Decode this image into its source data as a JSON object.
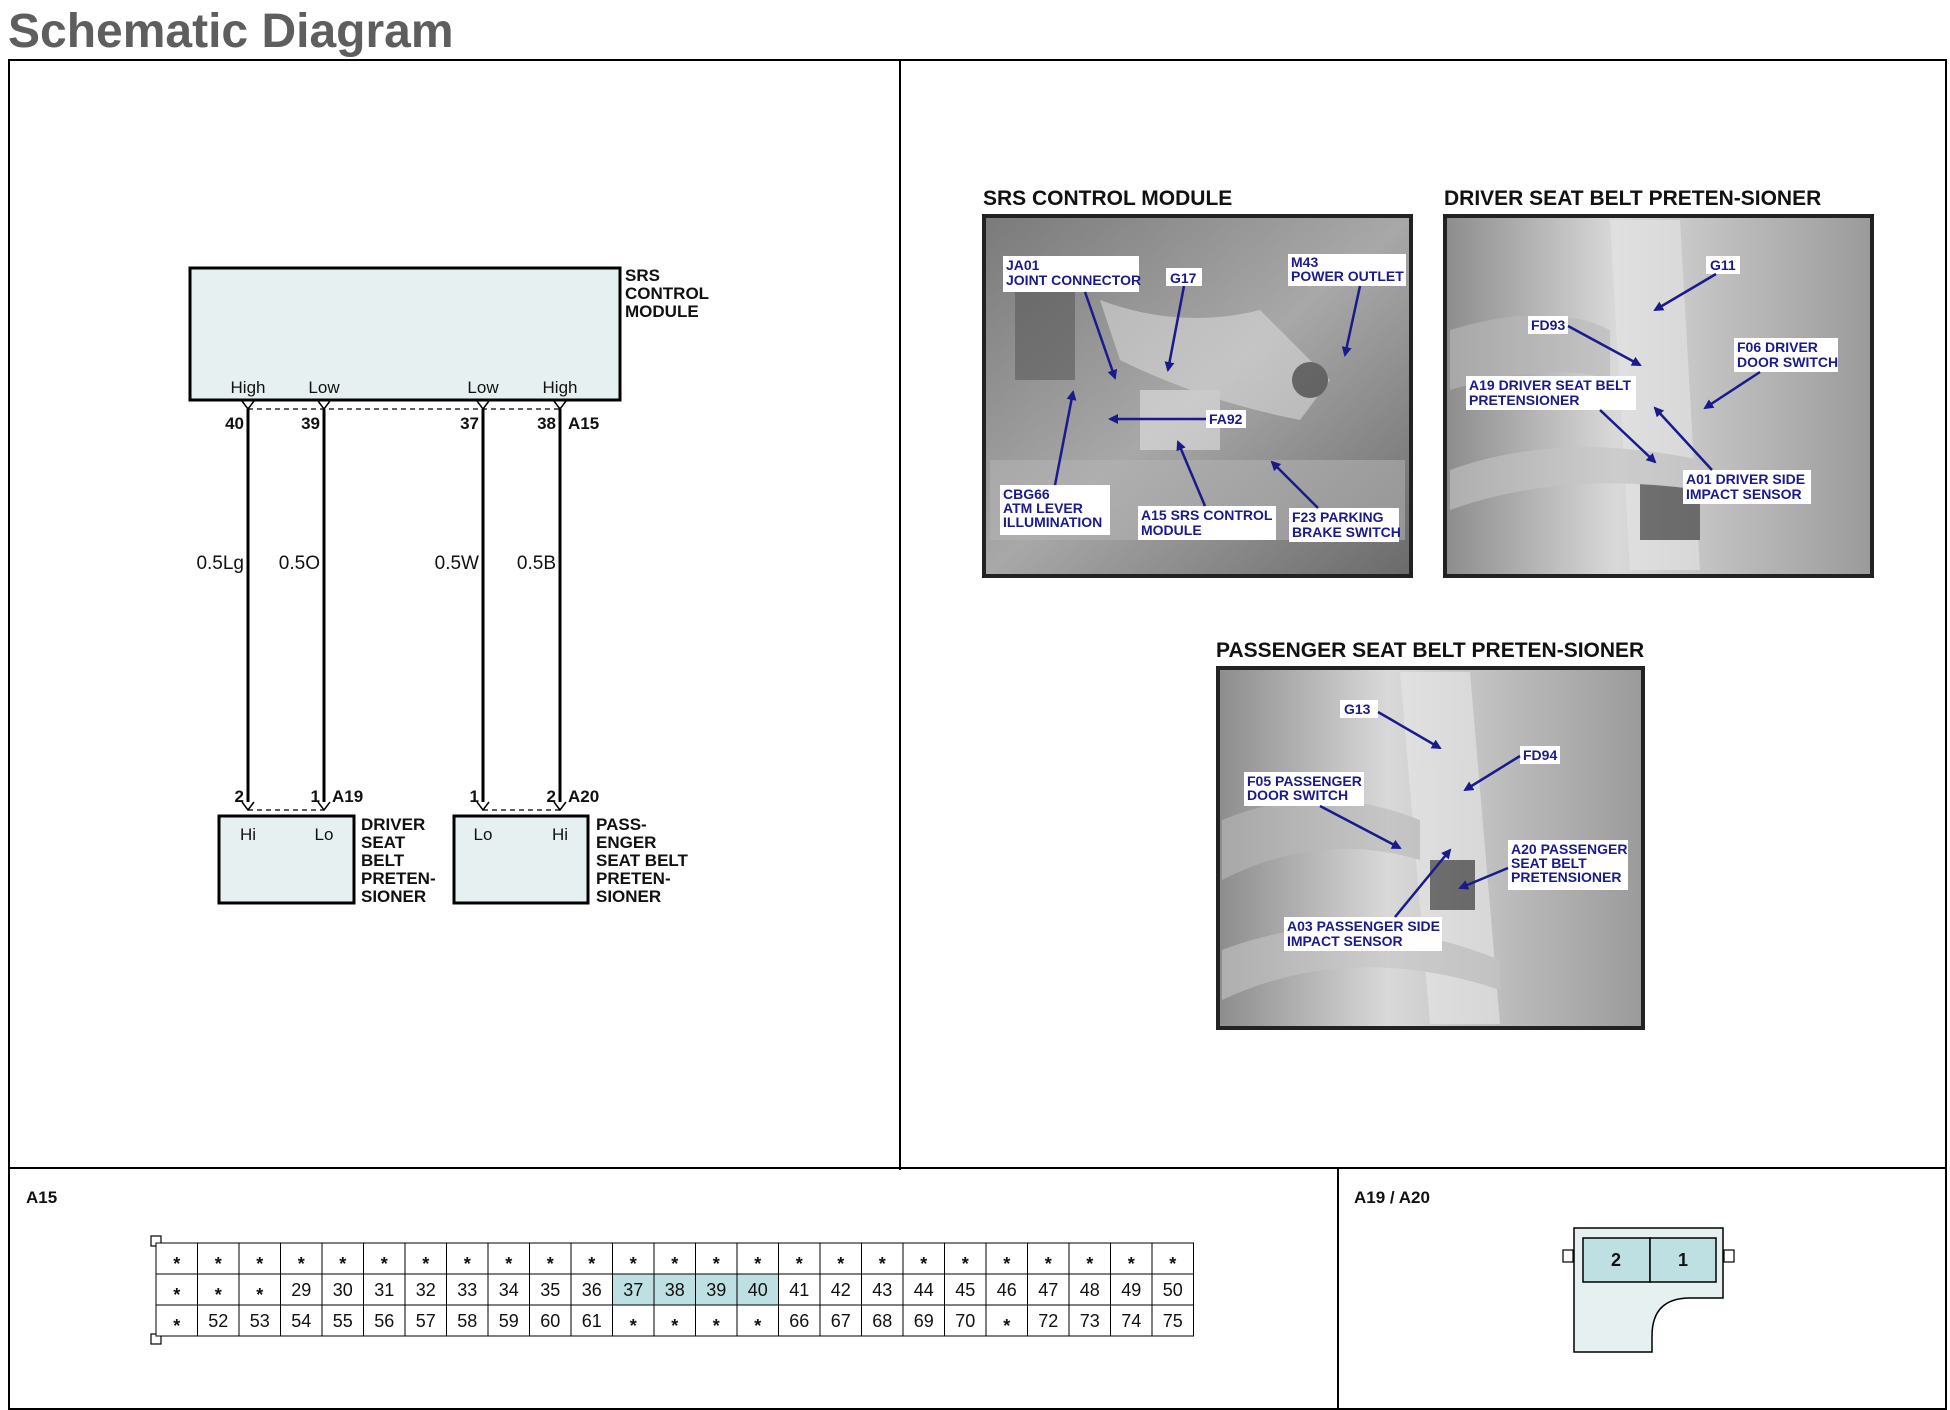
{
  "page": {
    "title": "Schematic Diagram"
  },
  "schematic": {
    "module": {
      "label_lines": [
        "SRS",
        "CONTROL",
        "MODULE"
      ],
      "pin_labels": [
        "High",
        "Low",
        "Low",
        "High"
      ],
      "pins": [
        "40",
        "39",
        "37",
        "38"
      ],
      "connector": "A15"
    },
    "wires": [
      "0.5Lg",
      "0.5O",
      "0.5W",
      "0.5B"
    ],
    "driver": {
      "connector": "A19",
      "pins": [
        "2",
        "1"
      ],
      "pin_labels": [
        "Hi",
        "Lo"
      ],
      "label_lines": [
        "DRIVER",
        "SEAT",
        "BELT",
        "PRETEN-",
        "SIONER"
      ]
    },
    "passenger": {
      "connector": "A20",
      "pins": [
        "1",
        "2"
      ],
      "pin_labels": [
        "Lo",
        "Hi"
      ],
      "label_lines": [
        "PASS-",
        "ENGER",
        "SEAT BELT",
        "PRETEN-",
        "SIONER"
      ]
    }
  },
  "photos": {
    "srs": {
      "title": "SRS CONTROL MODULE",
      "callouts": {
        "ja01": [
          "JA01",
          "JOINT CONNECTOR"
        ],
        "g17": [
          "G17"
        ],
        "m43": [
          "M43",
          "POWER OUTLET"
        ],
        "fa92": [
          "FA92"
        ],
        "cbg66": [
          "CBG66",
          "ATM LEVER",
          "ILLUMINATION"
        ],
        "a15": [
          "A15 SRS CONTROL",
          "MODULE"
        ],
        "f23": [
          "F23 PARKING",
          "BRAKE SWITCH"
        ]
      }
    },
    "driver": {
      "title": "DRIVER SEAT BELT PRETEN-SIONER",
      "callouts": {
        "g11": [
          "G11"
        ],
        "fd93": [
          "FD93"
        ],
        "f06": [
          "F06 DRIVER",
          "DOOR SWITCH"
        ],
        "a19": [
          "A19 DRIVER SEAT BELT",
          "PRETENSIONER"
        ],
        "a01": [
          "A01 DRIVER SIDE",
          "IMPACT SENSOR"
        ]
      }
    },
    "passenger": {
      "title": "PASSENGER  SEAT BELT PRETEN-SIONER",
      "callouts": {
        "g13": [
          "G13"
        ],
        "fd94": [
          "FD94"
        ],
        "f05": [
          "F05 PASSENGER",
          "DOOR SWITCH"
        ],
        "a20": [
          "A20 PASSENGER",
          "SEAT BELT",
          "PRETENSIONER"
        ],
        "a03": [
          "A03 PASSENGER SIDE",
          "IMPACT SENSOR"
        ]
      }
    }
  },
  "connectors": {
    "a15": {
      "label": "A15",
      "rows": [
        [
          "*",
          "*",
          "*",
          "*",
          "*",
          "*",
          "*",
          "*",
          "*",
          "*",
          "*",
          "*",
          "*",
          "*",
          "*",
          "*",
          "*",
          "*",
          "*",
          "*",
          "*",
          "*",
          "*",
          "*",
          "*"
        ],
        [
          "*",
          "*",
          "*",
          "29",
          "30",
          "31",
          "32",
          "33",
          "34",
          "35",
          "36",
          "37",
          "38",
          "39",
          "40",
          "41",
          "42",
          "43",
          "44",
          "45",
          "46",
          "47",
          "48",
          "49",
          "50"
        ],
        [
          "*",
          "52",
          "53",
          "54",
          "55",
          "56",
          "57",
          "58",
          "59",
          "60",
          "61",
          "*",
          "*",
          "*",
          "*",
          "66",
          "67",
          "68",
          "69",
          "70",
          "*",
          "72",
          "73",
          "74",
          "75"
        ]
      ],
      "highlighted": [
        "37",
        "38",
        "39",
        "40"
      ]
    },
    "a19a20": {
      "label": "A19 / A20",
      "pins": [
        "2",
        "1"
      ]
    }
  },
  "colors": {
    "module_fill": "#e6f0f1",
    "highlight": "#bfe0e3",
    "callout_text": "#1a1a8c",
    "title_gray": "#5e5e5e"
  }
}
